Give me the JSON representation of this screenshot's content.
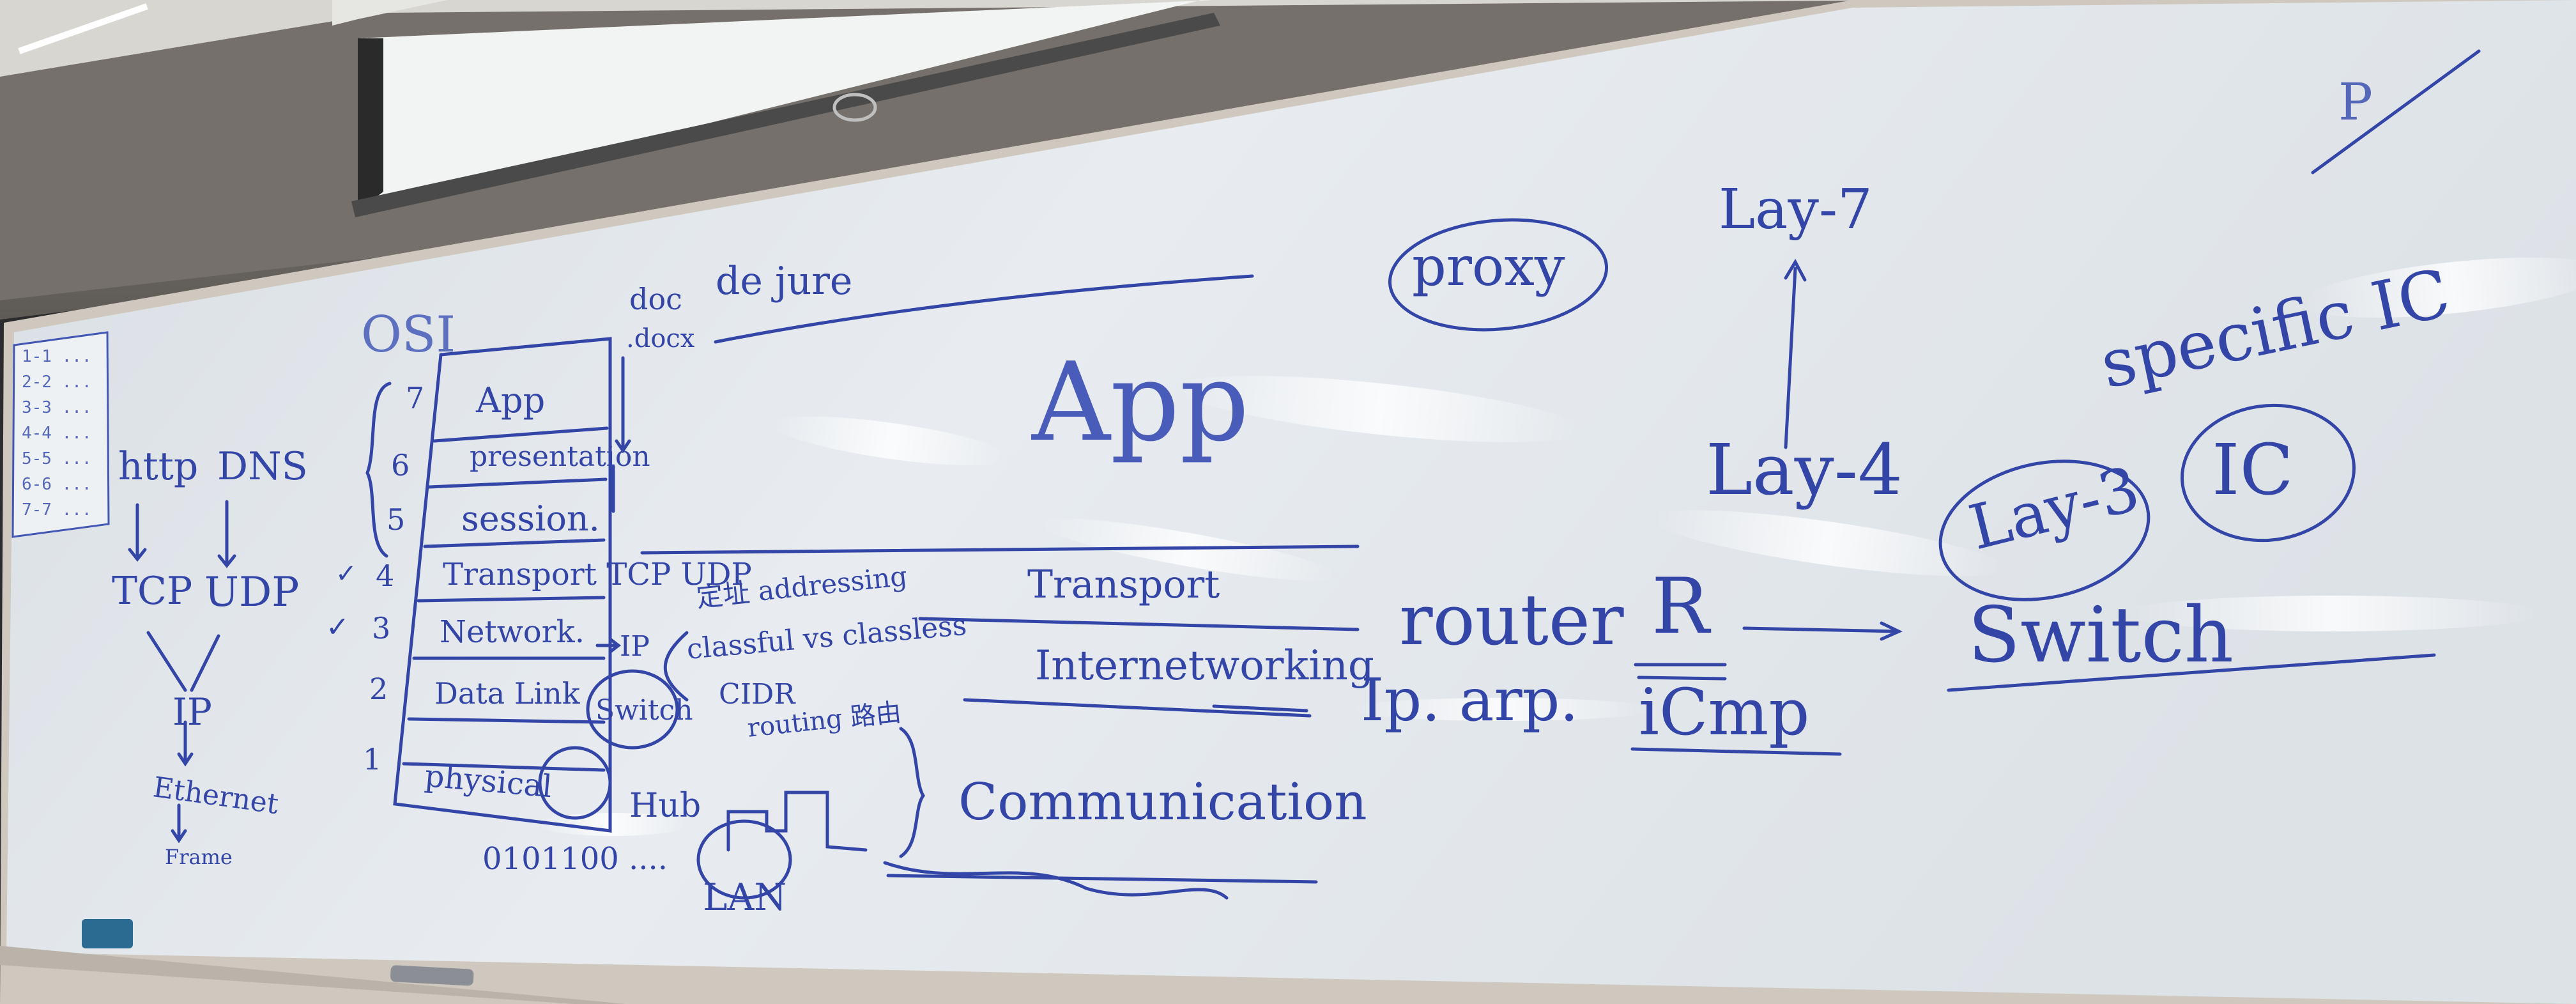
{
  "whiteboard": {
    "corner_note": [
      "1-1 ...",
      "2-2 ...",
      "3-3 ...",
      "4-4 ...",
      "5-5 ...",
      "6-6 ...",
      "7-7 ..."
    ],
    "left_stack": {
      "http": "http",
      "dns": "DNS",
      "tcp": "TCP",
      "udp": "UDP",
      "ip": "IP",
      "ethernet": "Ethernet",
      "frame": "Frame"
    },
    "osi": {
      "title": "OSI",
      "doc": "doc",
      "docx": ".docx",
      "de_jure": "de jure",
      "layers": [
        {
          "num": "7",
          "name": "App"
        },
        {
          "num": "6",
          "name": "presentation"
        },
        {
          "num": "5",
          "name": "session."
        },
        {
          "num": "4",
          "name": "Transport TCP UDP",
          "check": "✓"
        },
        {
          "num": "3",
          "name": "Network.",
          "check": "✓"
        },
        {
          "num": "2",
          "name": "Data Link"
        },
        {
          "num": "1",
          "name": "physical"
        }
      ],
      "bits": "0101100 ....",
      "switch": "Switch",
      "hub": "Hub",
      "lan": "LAN",
      "ip_label": "IP",
      "network_notes": [
        "定址 addressing",
        "classful vs classless",
        "CIDR",
        "routing 路由"
      ]
    },
    "middle": {
      "app": "App",
      "transport": "Transport",
      "internetworking": "Internetworking",
      "communication": "Communication"
    },
    "right": {
      "router": "router",
      "router_symbol": "R",
      "protocols": "Ip. arp.",
      "icmp": "iCmp",
      "proxy": "proxy",
      "lay7": "Lay-7",
      "lay4": "Lay-4",
      "lay3": "Lay-3",
      "switch": "Switch",
      "ic": "IC",
      "specific_ic": "specific IC",
      "corner_p": "P"
    }
  },
  "colors": {
    "ink": "#3346a8",
    "board": "#e4e9ee",
    "frame": "#cfc8be",
    "wall": "#6b6560",
    "ceiling": "#d8d6d1",
    "screen": "#f2f3f3"
  }
}
